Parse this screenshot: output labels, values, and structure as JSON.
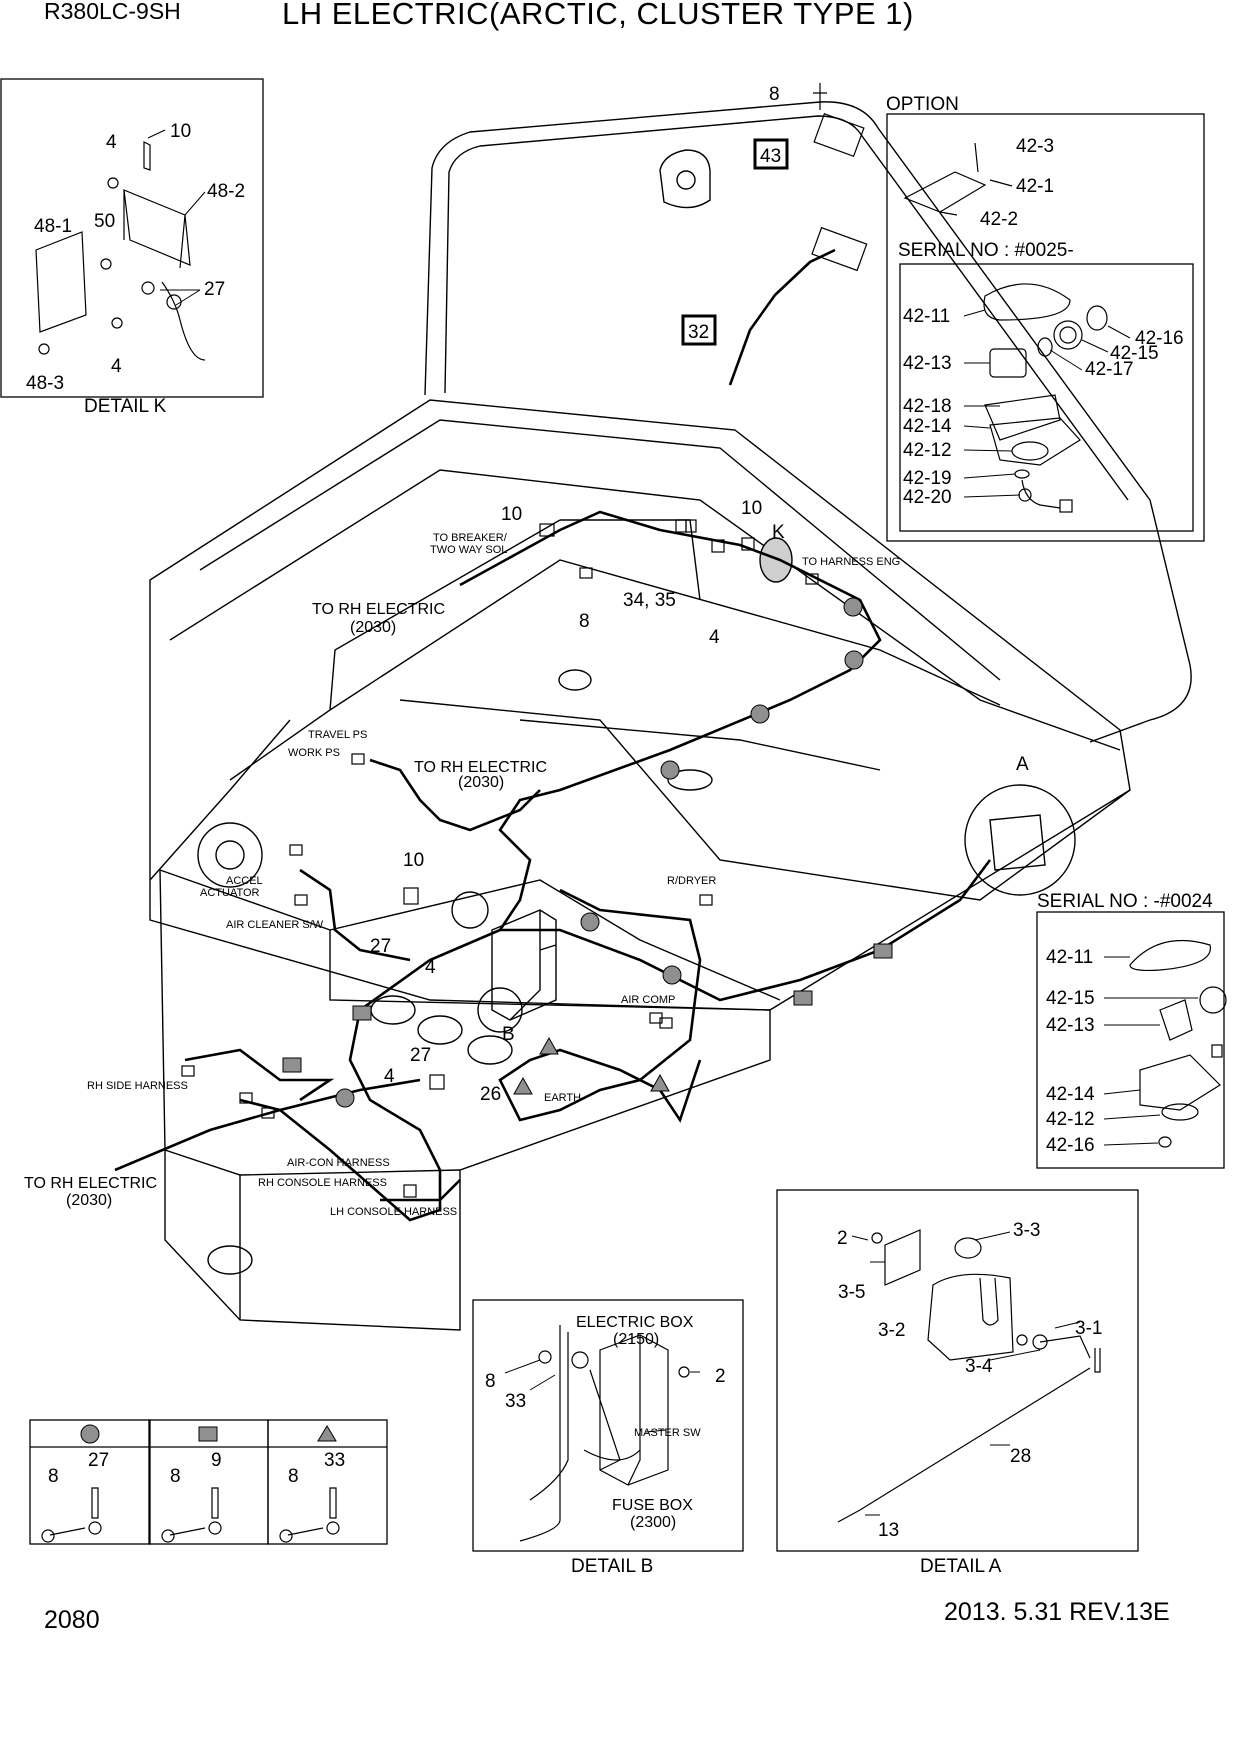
{
  "header": {
    "model": "R380LC-9SH",
    "title": "LH ELECTRIC(ARCTIC, CLUSTER TYPE 1)"
  },
  "footer": {
    "page_number": "2080",
    "revision": "2013. 5.31  REV.13E"
  },
  "detail_k": {
    "caption": "DETAIL K",
    "labels": [
      "10",
      "4",
      "48-2",
      "48-1",
      "50",
      "27",
      "4",
      "48-3"
    ]
  },
  "option": {
    "title": "OPTION",
    "labels": [
      "42-3",
      "42-1",
      "42-2"
    ],
    "serial_new": {
      "title": "SERIAL NO : #0025-",
      "labels": [
        "42-11",
        "42-16",
        "42-15",
        "42-13",
        "42-17",
        "42-18",
        "42-14",
        "42-12",
        "42-19",
        "42-20"
      ]
    }
  },
  "serial_old": {
    "title": "SERIAL NO : -#0024",
    "labels": [
      "42-11",
      "42-15",
      "42-13",
      "42-14",
      "42-12",
      "42-16"
    ]
  },
  "main": {
    "callouts_boxed": [
      "43",
      "32"
    ],
    "callouts": [
      "8",
      "10",
      "10",
      "K",
      "8",
      "34, 35",
      "4",
      "A",
      "10",
      "27",
      "4",
      "B",
      "27",
      "4",
      "26"
    ],
    "harness_texts": {
      "to_breaker": "TO BREAKER/",
      "two_way_sol": "TWO WAY SOL",
      "to_harness_eng": "TO HARNESS ENG",
      "to_rh_electric": "TO RH ELECTRIC",
      "ref_2030": "(2030)",
      "travel_ps": "TRAVEL PS",
      "work_ps": "WORK PS",
      "accel": "ACCEL",
      "actuator": "ACTUATOR",
      "air_cleaner_sw": "AIR CLEANER S/W",
      "r_dryer": "R/DRYER",
      "air_comp": "AIR COMP",
      "earth": "EARTH",
      "rh_side_harness": "RH SIDE HARNESS",
      "air_con_harness": "AIR-CON HARNESS",
      "rh_console_harness": "RH CONSOLE HARNESS",
      "lh_console_harness": "LH CONSOLE HARNESS"
    }
  },
  "detail_b": {
    "caption": "DETAIL B",
    "electric_box": "ELECTRIC BOX",
    "electric_box_ref": "(2150)",
    "master_sw": "MASTER SW",
    "fuse_box": "FUSE BOX",
    "fuse_box_ref": "(2300)",
    "labels": [
      "8",
      "33",
      "2"
    ]
  },
  "detail_a": {
    "caption": "DETAIL A",
    "labels": [
      "2",
      "3-3",
      "3-5",
      "3-2",
      "3-1",
      "3-4",
      "28",
      "13"
    ]
  },
  "legend": [
    {
      "symbol": "circle",
      "labels": [
        "27",
        "8"
      ]
    },
    {
      "symbol": "square",
      "labels": [
        "9",
        "8"
      ]
    },
    {
      "symbol": "triangle",
      "labels": [
        "33",
        "8"
      ]
    }
  ],
  "colors": {
    "line": "#000000",
    "marker_fill": "#909090",
    "background": "#ffffff"
  }
}
